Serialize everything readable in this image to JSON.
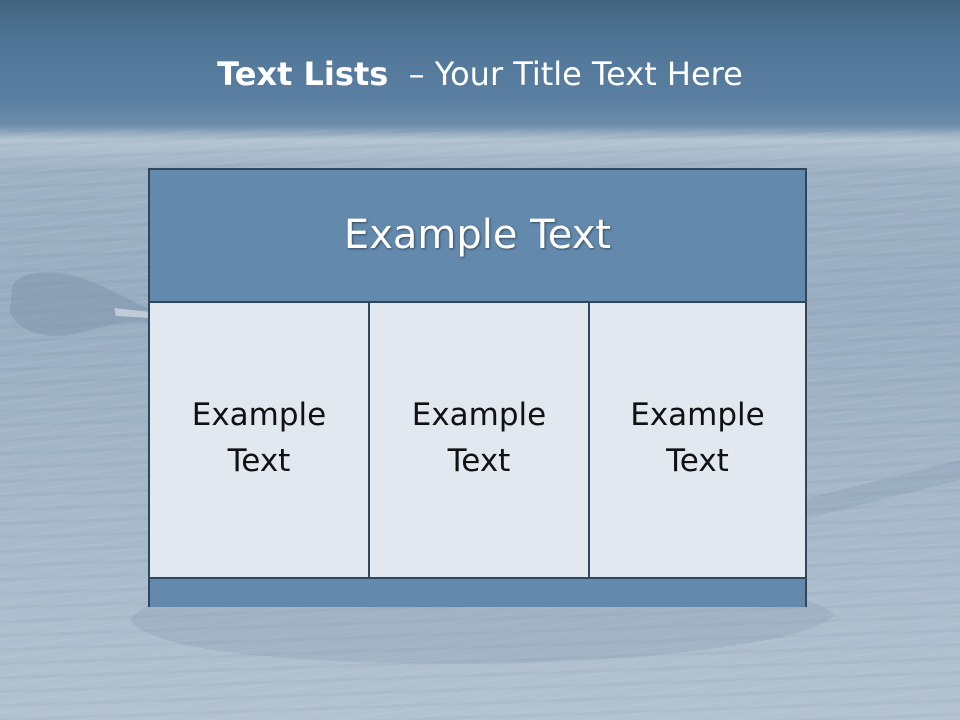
{
  "slide": {
    "title_bold": "Text Lists",
    "title_rest": "– Your Title Text Here"
  },
  "table": {
    "header": "Example Text",
    "columns": [
      "Example Text",
      "Example Text",
      "Example Text"
    ]
  },
  "colors": {
    "header_fill": "#6389ad",
    "cell_fill": "#e1e8ef",
    "border": "#2f475c",
    "title_text": "#ffffff"
  }
}
